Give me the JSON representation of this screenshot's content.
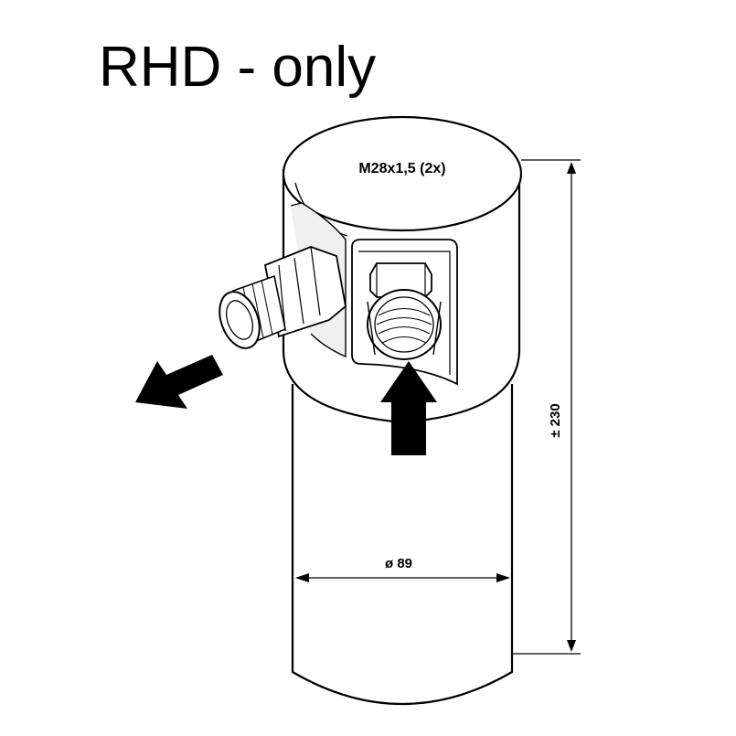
{
  "title": "RHD - only",
  "thread_label": "M28x1,5 (2x)",
  "diameter_label": "ø 89",
  "height_label": "± 230",
  "colors": {
    "line": "#000000",
    "background": "#ffffff",
    "shade": "#e6e6e6"
  }
}
